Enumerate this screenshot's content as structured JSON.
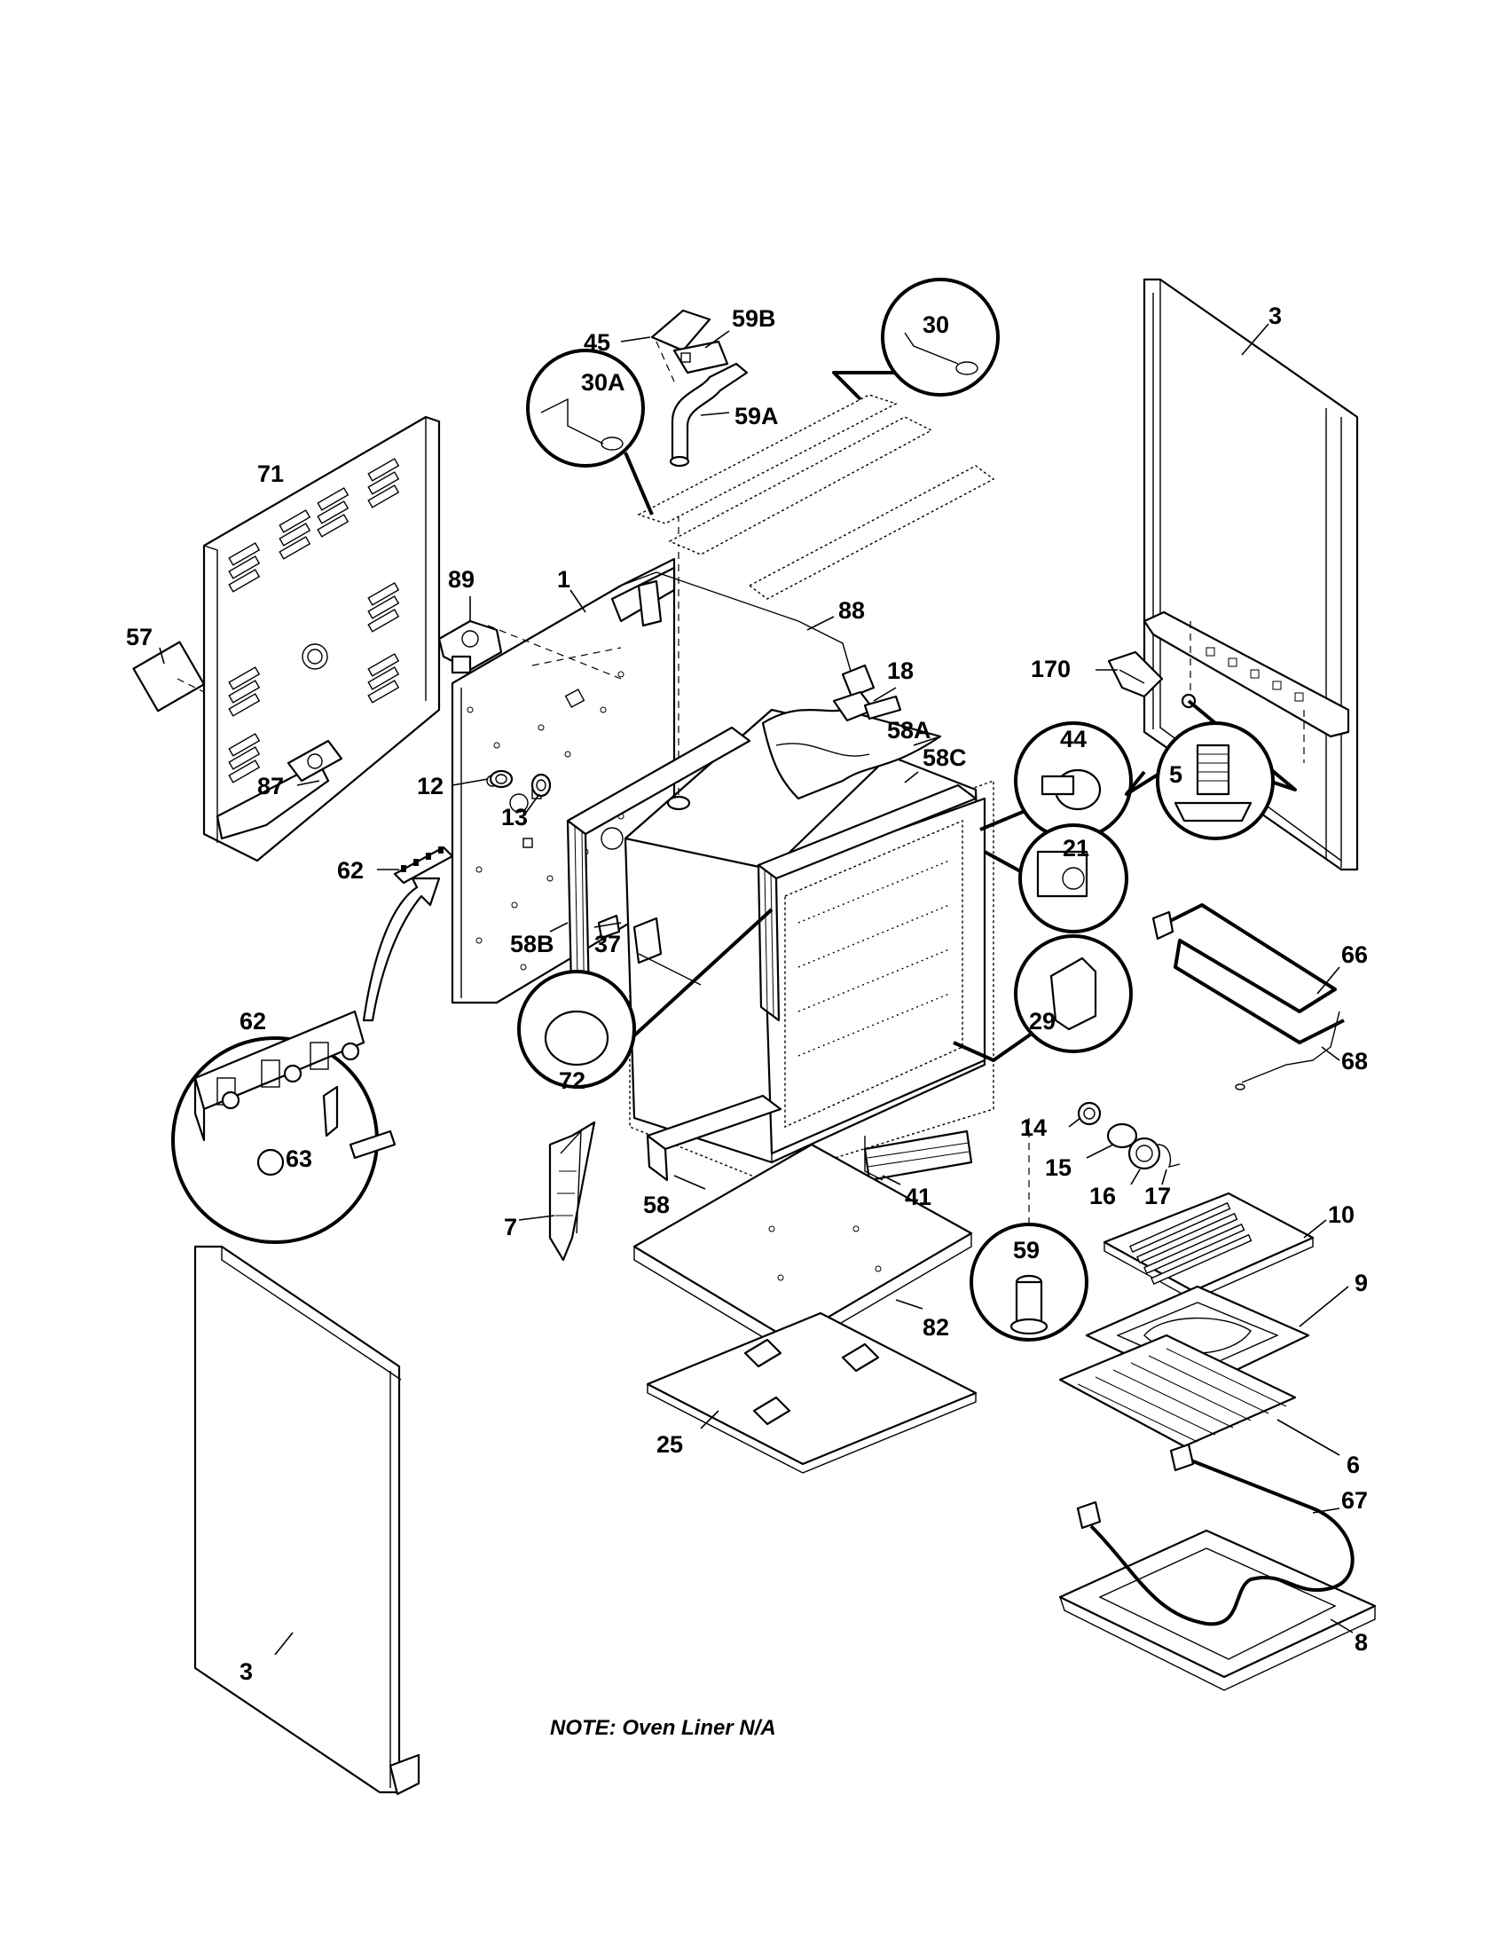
{
  "diagram": {
    "note": "NOTE:  Oven Liner N/A",
    "labels": {
      "p1": "1",
      "p3_right": "3",
      "p3_left": "3",
      "p5": "5",
      "p6": "6",
      "p7": "7",
      "p8": "8",
      "p9": "9",
      "p10": "10",
      "p12": "12",
      "p13": "13",
      "p14": "14",
      "p15": "15",
      "p16": "16",
      "p17": "17",
      "p18": "18",
      "p21": "21",
      "p25": "25",
      "p29": "29",
      "p30": "30",
      "p30a": "30A",
      "p37": "37",
      "p41": "41",
      "p44": "44",
      "p45": "45",
      "p57": "57",
      "p58": "58",
      "p58a": "58A",
      "p58b": "58B",
      "p58c": "58C",
      "p59": "59",
      "p59a": "59A",
      "p59b": "59B",
      "p62": "62",
      "p62_detail": "62",
      "p63": "63",
      "p66": "66",
      "p67": "67",
      "p68": "68",
      "p71": "71",
      "p72": "72",
      "p82": "82",
      "p87": "87",
      "p88": "88",
      "p89": "89",
      "p170": "170"
    }
  }
}
